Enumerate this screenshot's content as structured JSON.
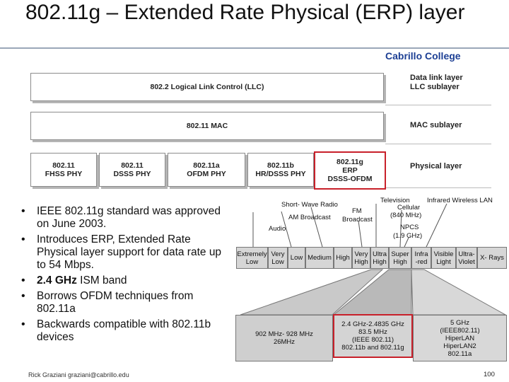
{
  "slide": {
    "title": "802.11g – Extended Rate Physical (ERP) layer",
    "college": "Cabrillo College",
    "footer": "Rick Graziani graziani@cabrillo.edu",
    "page_number": "100"
  },
  "stack": {
    "llc": "802.2 Logical Link Control (LLC)",
    "mac": "802.11 MAC",
    "labels": {
      "dll_line1": "Data link layer",
      "dll_line2": "LLC sublayer",
      "mac_sublayer": "MAC sublayer",
      "physical": "Physical layer"
    },
    "phys": [
      {
        "l1": "802.11",
        "l2": "FHSS PHY",
        "l3": ""
      },
      {
        "l1": "802.11",
        "l2": "DSSS PHY",
        "l3": ""
      },
      {
        "l1": "802.11a",
        "l2": "OFDM PHY",
        "l3": ""
      },
      {
        "l1": "802.11b",
        "l2": "HR/DSSS PHY",
        "l3": ""
      },
      {
        "l1": "802.11g",
        "l2": "ERP",
        "l3": "DSSS-OFDM"
      }
    ]
  },
  "bullets": [
    {
      "text": "IEEE 802.11g standard was approved on June 2003.",
      "bold": "",
      "rest": ""
    },
    {
      "text": "Introduces ERP, Extended Rate Physical layer support for data rate up to 54 Mbps.",
      "bold": "",
      "rest": ""
    },
    {
      "text": "",
      "bold": "2.4 GHz",
      "rest": " ISM band"
    },
    {
      "text": "Borrows OFDM techniques from 802.11a",
      "bold": "",
      "rest": ""
    },
    {
      "text": "Backwards compatible with 802.11b devices",
      "bold": "",
      "rest": ""
    }
  ],
  "spectrum": {
    "top_labels": {
      "television": "Television",
      "cellular": "Cellular",
      "cellular_freq": "(840 MHz)",
      "infrared": "Infrared Wireless LAN",
      "shortwave": "Short- Wave Radio",
      "fm": "FM",
      "broadcast": "Broadcast",
      "am": "AM Broadcast",
      "npcs": "NPCS",
      "npcs_freq": "(1.9 GHz)",
      "audio": "Audio"
    },
    "cells": [
      {
        "l1": "Extremely",
        "l2": "Low"
      },
      {
        "l1": "Very",
        "l2": "Low"
      },
      {
        "l1": "Low",
        "l2": ""
      },
      {
        "l1": "Medium",
        "l2": ""
      },
      {
        "l1": "High",
        "l2": ""
      },
      {
        "l1": "Very",
        "l2": "High"
      },
      {
        "l1": "Ultra",
        "l2": "High"
      },
      {
        "l1": "Super",
        "l2": "High"
      },
      {
        "l1": "Infra",
        "l2": "-red"
      },
      {
        "l1": "Visible",
        "l2": "Light"
      },
      {
        "l1": "Ultra-",
        "l2": "Violet"
      },
      {
        "l1": "X- Rays",
        "l2": ""
      }
    ],
    "bands": {
      "b900": [
        "902 MHz- 928 MHz",
        "26MHz"
      ],
      "b24": [
        "2.4 GHz-2.4835 GHz",
        "83.5 MHz",
        "(IEEE 802.11)",
        "802.11b and 802.11g"
      ],
      "b5": [
        "5 GHz",
        "(IEEE802.11)",
        "HiperLAN",
        "HiperLAN2",
        "802.11a"
      ]
    },
    "colors": {
      "highlight": "#c8202a",
      "cell_fill": "#d6d6d6",
      "band_fill": "#cfcfcf",
      "college": "#1c3f94"
    }
  }
}
